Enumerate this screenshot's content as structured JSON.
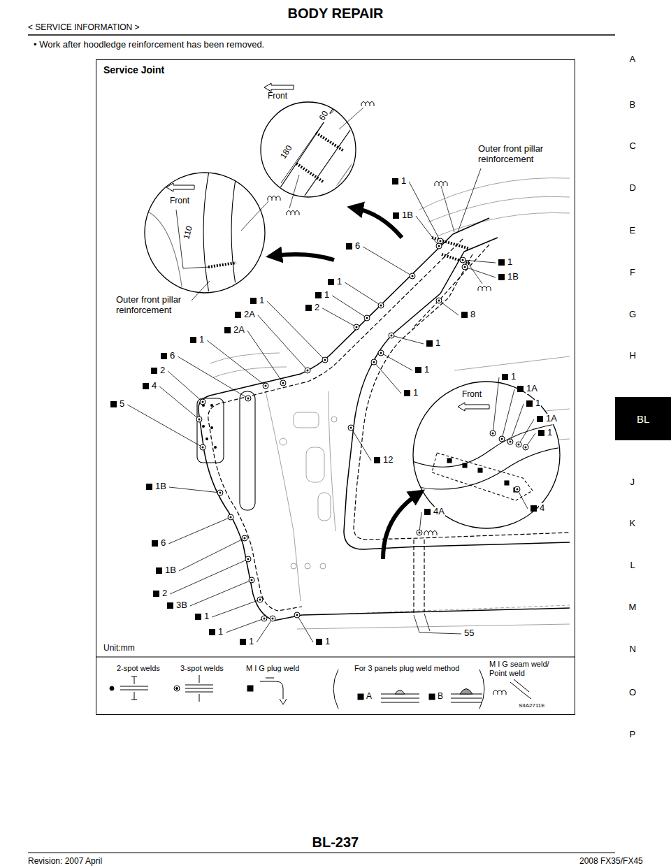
{
  "diagram": {
    "title": "BODY REPAIR",
    "nodes": [
      {
        "text": [
          "Service Joint",
          "Unit:mm"
        ]
      },
      {
        "text": [
          "Front",
          "180",
          "60"
        ],
        "in": 0
      },
      {
        "text": [
          "Front",
          "110"
        ],
        "in": 0
      },
      {
        "text": [
          "Front"
        ],
        "in": 0
      },
      {
        "text": [
          "BL"
        ]
      }
    ],
    "labels": [
      "< SERVICE INFORMATION >",
      "• Work after hoodledge reinforcement has been removed.",
      "A",
      "B",
      "C",
      "D",
      "E",
      "F",
      "G",
      "H",
      "J",
      "K",
      "L",
      "M",
      "N",
      "O",
      "P",
      "BL-237",
      "Revision: 2007 April",
      "2008 FX35/FX45",
      "Outer front pillar reinforcement",
      "Outer front pillar reinforcement",
      "1",
      "1B",
      "6",
      "1",
      "1B",
      "8",
      "1",
      "1",
      "2",
      "1",
      "2A",
      "2A",
      "1",
      "6",
      "2",
      "4",
      "5",
      "1",
      "1",
      "1",
      "1B",
      "12",
      "6",
      "1B",
      "2",
      "3B",
      "1",
      "1",
      "1",
      "1",
      "4A",
      "4",
      "1",
      "1A",
      "1",
      "1A",
      "1",
      "55",
      "A",
      "B",
      "SIIA2711E"
    ],
    "legend": [
      {
        "text": "2-spot welds"
      },
      {
        "text": "3-spot welds"
      },
      {
        "text": "M I G plug weld"
      },
      {
        "text": "For 3 panels plug weld method"
      },
      {
        "text": "M I G seam weld/ Point weld"
      }
    ]
  }
}
